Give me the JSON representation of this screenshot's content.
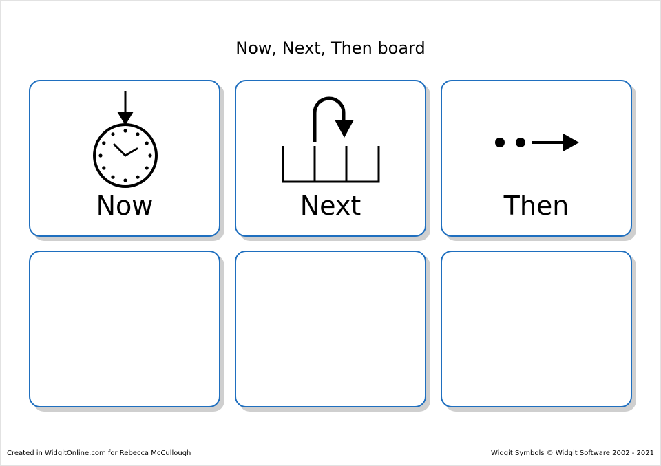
{
  "board": {
    "title": "Now, Next, Then board",
    "cells": [
      {
        "label": "Now",
        "icon": "clock-with-arrow-icon"
      },
      {
        "label": "Next",
        "icon": "next-arrow-icon"
      },
      {
        "label": "Then",
        "icon": "then-dots-arrow-icon"
      },
      {
        "label": "",
        "icon": ""
      },
      {
        "label": "",
        "icon": ""
      },
      {
        "label": "",
        "icon": ""
      }
    ]
  },
  "footer": {
    "left": "Created in WidgitOnline.com for Rebecca McCullough",
    "right": "Widgit Symbols © Widgit Software 2002 - 2021"
  },
  "colors": {
    "cell_border": "#1f6fbf",
    "cell_shadow": "#cfcfcf"
  }
}
